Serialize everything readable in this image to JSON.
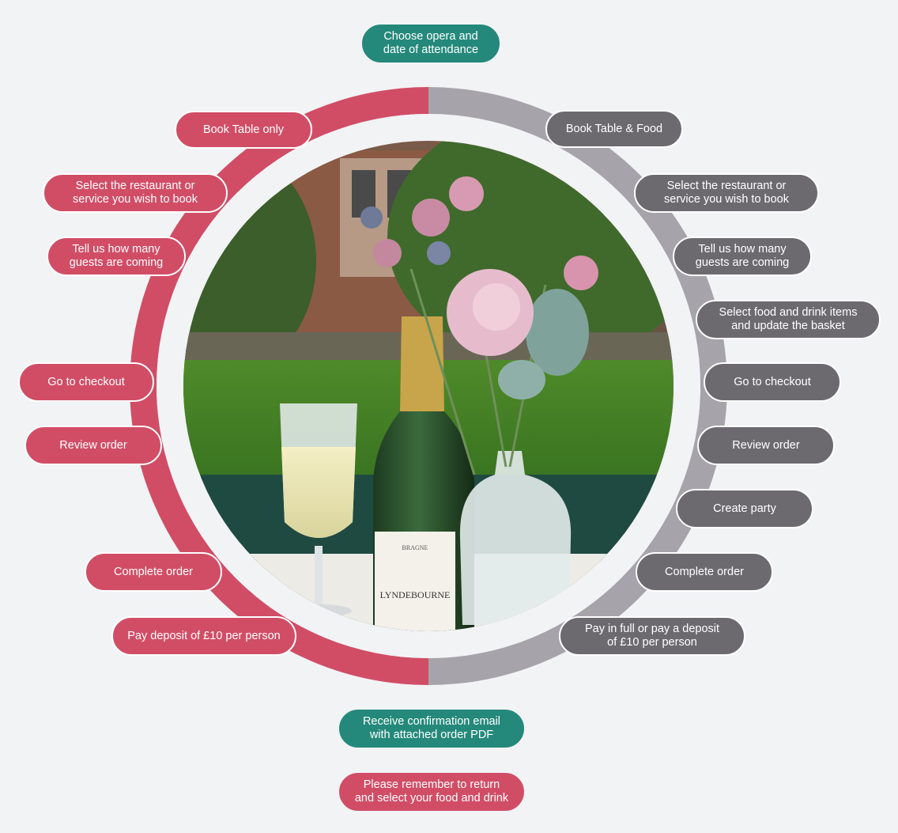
{
  "colors": {
    "background": "#f2f3f5",
    "pink": "#d14d66",
    "grey": "#a6a3aa",
    "grey_pill": "#6c6a6f",
    "teal": "#24897b"
  },
  "photo": {
    "bottle_label": "LYNDEBOURNE",
    "bottle_label_small": "BRAGNE"
  },
  "top_step": "Choose opera and\ndate of attendance",
  "bottom_steps": [
    "Receive confirmation email\nwith attached order PDF",
    "Please remember to return\nand select your food and drink"
  ],
  "left_branch": {
    "title": "Book Table only",
    "steps": [
      "Select the restaurant or\nservice you wish to book",
      "Tell us how many\nguests are coming",
      "Go to checkout",
      "Review order",
      "Complete order",
      "Pay deposit of £10 per person"
    ]
  },
  "right_branch": {
    "title": "Book Table & Food",
    "steps": [
      "Select the restaurant or\nservice you wish to book",
      "Tell us how many\nguests are coming",
      "Select food and drink items\nand update the basket",
      "Go to checkout",
      "Review order",
      "Create party",
      "Complete order",
      "Pay in full or pay a deposit\nof £10 per person"
    ]
  }
}
